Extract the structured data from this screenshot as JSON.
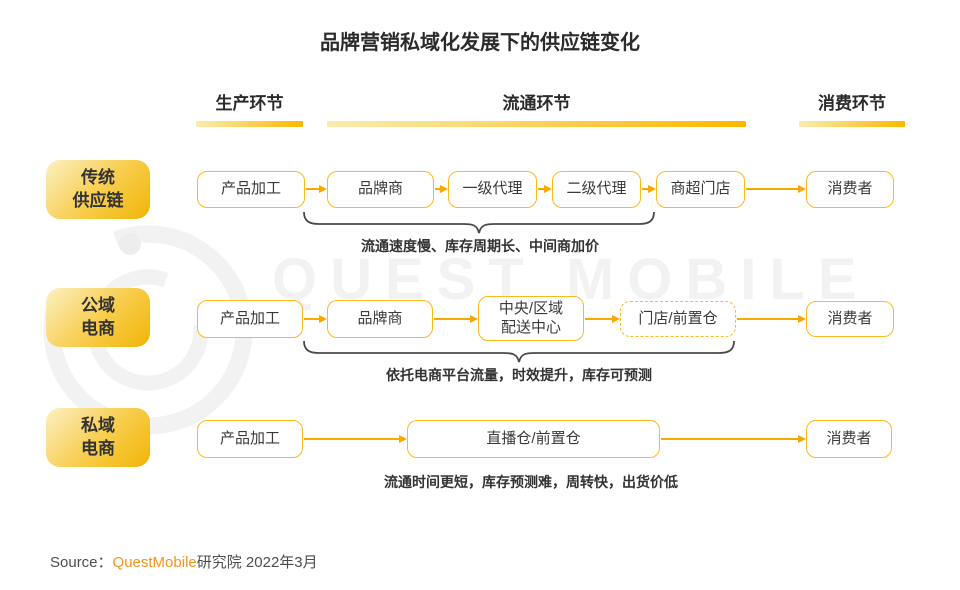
{
  "title": "品牌营销私域化发展下的供应链变化",
  "column_headers": {
    "production": "生产环节",
    "circulation": "流通环节",
    "consumption": "消费环节"
  },
  "rows": [
    {
      "label_line1": "传统",
      "label_line2": "供应链",
      "nodes": [
        "产品加工",
        "品牌商",
        "一级代理",
        "二级代理",
        "商超门店",
        "消费者"
      ],
      "annotation": "流通速度慢、库存周期长、中间商加价"
    },
    {
      "label_line1": "公域",
      "label_line2": "电商",
      "nodes": [
        "产品加工",
        "品牌商",
        "中央/区域\n配送中心",
        "门店/前置仓",
        "消费者"
      ],
      "annotation": "依托电商平台流量，时效提升，库存可预测"
    },
    {
      "label_line1": "私域",
      "label_line2": "电商",
      "nodes": [
        "产品加工",
        "直播仓/前置仓",
        "消费者"
      ],
      "annotation": "流通时间更短，库存预测难，周转快，出货价低"
    }
  ],
  "watermark": {
    "text": "QUEST MOBILE"
  },
  "source": {
    "prefix": "Source：",
    "brand": "QuestMobile",
    "suffix": "研究院 2022年3月"
  },
  "colors": {
    "box_border": "#FFB81E",
    "arrow": "#F9A800",
    "label_gradient_start": "#FCF0C4",
    "label_gradient_end": "#F1B505",
    "brand_orange": "#F7941E",
    "watermark_gray": "#f2f2f2"
  }
}
